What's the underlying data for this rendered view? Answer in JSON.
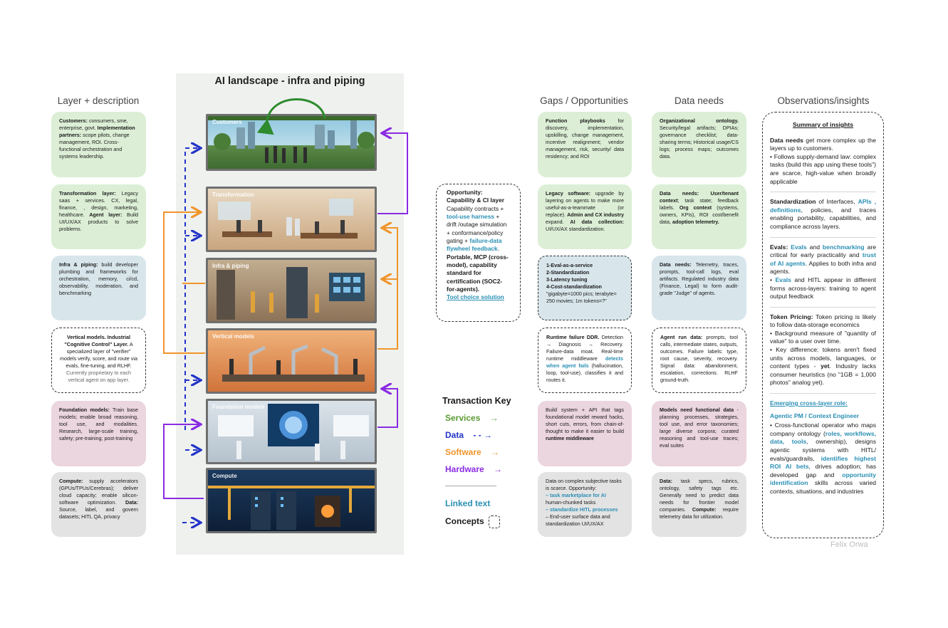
{
  "headers": {
    "layer": "Layer + description",
    "gaps": "Gaps / Opportunities",
    "data": "Data needs",
    "obs": "Observations/insights"
  },
  "title": "AI landscape - infra and piping",
  "layers": [
    {
      "a": "Customers:",
      "b": " consumers, sme, enterprise, govt. ",
      "c": "Implementation partners:",
      "d": " scope pilots, change management, ROI. Cross-functional orchestration and systems leadership."
    },
    {
      "a": "Transformation layer:",
      "b": " Legacy saas + services. CX, legal, finance, , design, marketing, healthcare. ",
      "c": "Agent layer:",
      "d": " Build UI/UX/AX products to solve problems."
    },
    {
      "a": "Infra & piping:",
      "b": " build developer plumbing and frameworks for orchestration, memory, ci/cd, observability, moderation, and benchmarking",
      "c": "",
      "d": ""
    },
    {
      "a": "Vertical models. Industrial \"Cognitive Control\" Layer.",
      "b": " A specialized layer of \"verifier\" models verify, score, and route via evals, fine-tuning, and RLHF.",
      "c": "",
      "d": "Currently proprietary to each vertical agent on app layer."
    },
    {
      "a": "Foundation models:",
      "b": " Train base models; enable broad reasoning, tool use, and modalities. Research, large-scale training, safety; pre-training; post-training",
      "c": "",
      "d": ""
    },
    {
      "a": "Compute:",
      "b": " supply accelerators (GPUs/TPUs/Cerebras); deliver cloud capacity; enable silicon-software optimization. ",
      "c": "Data:",
      "d": " Source, label, and govern datasets; HITL QA, privacy"
    }
  ],
  "floors": [
    "Customers",
    "Transformation",
    "Infra & piping",
    "Vertical models",
    "Foundation models",
    "Compute"
  ],
  "opportunity": {
    "t1": "Opportunity:",
    "t2": "Capability & CI layer",
    "b1": "Capability contracts + ",
    "l1": "tool-use harness",
    "b2": " + drift /outage simulation + conformance/policy gating + ",
    "l2": "failure-data flywheel feedback",
    "b3": ". ",
    "bold": "Portable, MCP (cross-model), capability standard for certification (SOC2-for-agents).",
    "l3": "Tool choice solution"
  },
  "key": {
    "title": "Transaction Key",
    "services": "Services",
    "data": "Data",
    "software": "Software",
    "hardware": "Hardware",
    "linked": "Linked text",
    "concepts": "Concepts",
    "colors": {
      "services": "#5a9a32",
      "data": "#2233c8",
      "software": "#f0952b",
      "hardware": "#8a2be2",
      "linked": "#2a8fb4"
    }
  },
  "gaps": [
    {
      "a": "Function playbooks",
      "b": " for discovery, implementation, upskilling, change management, incentive realignment; vendor management, risk, security/ data residency; and ROI"
    },
    {
      "a": "Legacy software:",
      "b": " upgrade by layering on agents to make more useful-as-a-teammate (or replace). ",
      "c": "Admin and CX industry",
      "d": " expand. ",
      "e": "AI data collection:",
      "f": " UI/UX/AX standardization."
    },
    {
      "l1": "1-Eval-as-a-service",
      "l2": "2-Standardization",
      "l3": "3-Latency tuning",
      "l4": "4-Cost-standardization",
      "l5": "\"gigabyte=1000 pics; terabyte= 250 movies; 1m tokens=?\""
    },
    {
      "a": "Runtime failure DDR.",
      "b": " Detection → Diagnosis → Recovery. Failure-data moat. Real-time runtime middleware ",
      "l": "detects when agent fails",
      "c": " (hallucination, loop, tool-use), classifies it and routes it."
    },
    {
      "b": "Build system + API that tags foundational model reward hacks, short cuts, errors, from chain-of-thought to make it easier to build ",
      "a": "runtime middleware"
    },
    {
      "b": "Data on complex subjective tasks is scarce. Opportunity:",
      "l1": "– task marketplace for AI",
      "c": " human-chunked tasks",
      "l2": "– standardize HITL processes",
      "d": "– End-user surface data and standardization UI/UX/AX"
    }
  ],
  "needs": [
    {
      "a": "Organizational ontology.",
      "b": " Security/legal artifacts; DPIAs; governance checklist; data-sharing terms; Historical usage/CS logs; process maps; outcomes data."
    },
    {
      "a": "Data needs: User/tenant context",
      "b": "; task state; feedback labels. ",
      "c": "Org context",
      "d": " (systems, owners, KPIs), ROI cost/benefit data, ",
      "e": "adoption telemetry."
    },
    {
      "a": "Data needs:",
      "b": " Telemetry, traces, prompts, tool-call logs, eval artifacts. Regulated industry data (Finance, Legal) to form audit-grade \"Judge\" of agents."
    },
    {
      "a": "Agent run data:",
      "b": " prompts, tool calls, intermediate states, outputs, outcomes. Failure labels: type, root cause, severity, recovery. Signal data: abandonment, escalation, corrections. RLHF ground-truth."
    },
    {
      "a": "Models need functional data",
      "b": " - planning processes, strategies, tool use, and error taxonomies; large diverse corpora; curated reasoning and tool-use traces; eval suites"
    },
    {
      "a": "Data:",
      "b": " task specs, rubrics, ontology, safety tags etc. Generally need to predict data needs for frontier model companies. ",
      "c": "Compute:",
      "d": " require telemetry data for utilization."
    }
  ],
  "obs": {
    "summary": "Summary of insights",
    "p1a": "Data needs",
    "p1b": " get more complex up the layers up to customers.",
    "p1c": "• Follows supply-demand law: complex tasks (build this app using these tools\") are scarce, high-value when broadly applicable",
    "p2a": "Standardization",
    "p2b": " of Interfaces, ",
    "p2c": "APIs , definitions",
    "p2d": ", policies, and traces enabling portability, capabilities, and compliance across layers.",
    "p3a": "Evals:",
    "p3b": "Evals",
    "p3c": " and ",
    "p3d": "benchmarking",
    "p3e": " are critical for early practicality and ",
    "p3f": "trust of AI agents",
    "p3g": ". Applies to both infra and agents.",
    "p3h": "• ",
    "p3i": "Evals",
    "p3j": " and HITL appear in different forms across-layers: training to agent output feedback",
    "p4a": "Token Pricing:",
    "p4b": " Token pricing is likely to follow data-storage economics",
    "p4c": "• Background measure of \"quantity of value\" to a user over time.",
    "p4d": "• Key difference: tokens aren't fixed units across models, languages, or content types - ",
    "p4e": "yet",
    "p4f": ". Industry lacks consumer heuristics (no \"1GB = 1,000 photos\" analog yet).",
    "emerging": "Emerging cross-layer role:",
    "role": "Agentic PM / Context Engineer",
    "p5a": "• Cross-functional operator who maps company ontology (",
    "p5b": "roles, workflows, data, tools",
    "p5c": ", ownership), designs agentic systems with HITL/ evals/guardrails, ",
    "p5d": "identifies highest ROI AI bets",
    "p5e": ", drives adoption; has developed gap and ",
    "p5f": "opportunity identification",
    "p5g": " skills across varied contexts, situations, and industries"
  },
  "author": "Felix Orwa"
}
